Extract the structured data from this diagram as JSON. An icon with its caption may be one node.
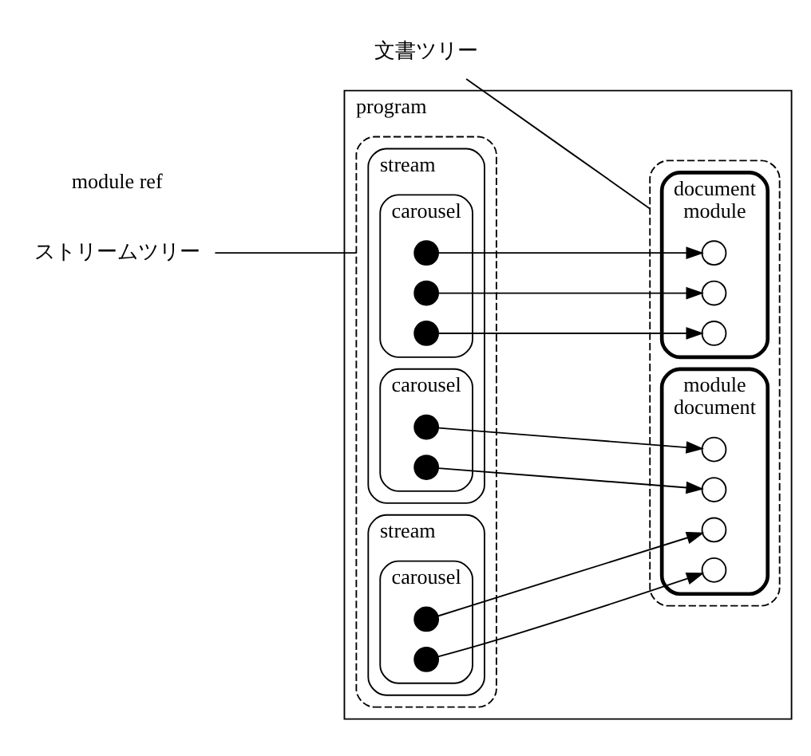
{
  "diagram": {
    "nodes": [
      {
        "text": [
          "program"
        ]
      },
      {
        "text": [
          "ストリームツリー"
        ]
      },
      {
        "text": [
          "文書ツリー"
        ]
      },
      {
        "text": [],
        "shape": "box",
        "in": 0
      },
      {
        "text": [
          "stream"
        ],
        "in": 3
      },
      {
        "text": [
          "carousel"
        ],
        "in": 4
      },
      {
        "text": [],
        "shape": "circle",
        "in": 5
      },
      {
        "text": [],
        "shape": "circle",
        "in": 5
      },
      {
        "text": [],
        "shape": "circle",
        "in": 5
      },
      {
        "text": [
          "carousel"
        ],
        "in": 4
      },
      {
        "text": [],
        "shape": "circle",
        "in": 9
      },
      {
        "text": [],
        "shape": "circle",
        "in": 9
      },
      {
        "text": [
          "stream"
        ],
        "in": 3
      },
      {
        "text": [
          "carousel"
        ],
        "in": 12
      },
      {
        "text": [],
        "shape": "circle",
        "in": 13
      },
      {
        "text": [],
        "shape": "circle",
        "in": 13
      },
      {
        "text": [],
        "shape": "box",
        "in": 0
      },
      {
        "text": [
          "document",
          "module"
        ],
        "in": 16
      },
      {
        "text": [],
        "shape": "circle",
        "in": 17
      },
      {
        "text": [],
        "shape": "circle",
        "in": 17
      },
      {
        "text": [],
        "shape": "circle",
        "in": 17
      },
      {
        "text": [
          "module",
          "document"
        ],
        "in": 16
      },
      {
        "text": [],
        "shape": "circle",
        "in": 21
      },
      {
        "text": [],
        "shape": "circle",
        "in": 21
      },
      {
        "text": [],
        "shape": "circle",
        "in": 21
      },
      {
        "text": [],
        "shape": "circle",
        "in": 21
      }
    ],
    "edges": [
      {
        "from": 1,
        "to": 3,
        "arrow": "none"
      },
      {
        "from": 2,
        "to": 16,
        "arrow": "none"
      },
      {
        "from": 6,
        "to": 18,
        "arrow": "to"
      },
      {
        "from": 7,
        "to": 19,
        "arrow": "to"
      },
      {
        "from": 8,
        "to": 20,
        "arrow": "to"
      },
      {
        "from": 10,
        "to": 22,
        "arrow": "to"
      },
      {
        "from": 11,
        "to": 23,
        "arrow": "to"
      },
      {
        "from": 14,
        "to": 24,
        "arrow": "to"
      },
      {
        "from": 15,
        "to": 25,
        "arrow": "to"
      }
    ],
    "labels": [
      "module ref"
    ]
  }
}
